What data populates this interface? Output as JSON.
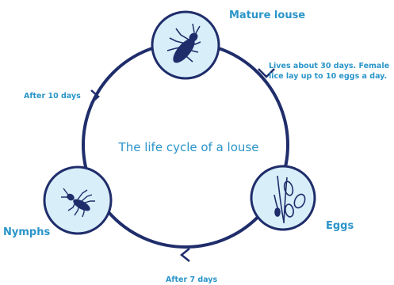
{
  "title": "The life cycle of a louse",
  "stages": {
    "mature": {
      "label": "Mature louse"
    },
    "eggs": {
      "label": "Eggs"
    },
    "nymphs": {
      "label": "Nymphs"
    }
  },
  "notes": {
    "mature_line1": "Lives about 30 days. Female",
    "mature_line2": "lice lay up to 10 eggs a day.",
    "after_eggs": "After 7 days",
    "after_nymphs": "After 10 days"
  },
  "colors": {
    "cycle_line": "#1f2d6b",
    "circle_fill": "#d8eef9",
    "illustration": "#1f2d6b",
    "text": "#2a95c9"
  },
  "icons": {
    "mature": "adult-louse-icon",
    "eggs": "louse-eggs-icon",
    "nymphs": "nymph-louse-icon"
  }
}
